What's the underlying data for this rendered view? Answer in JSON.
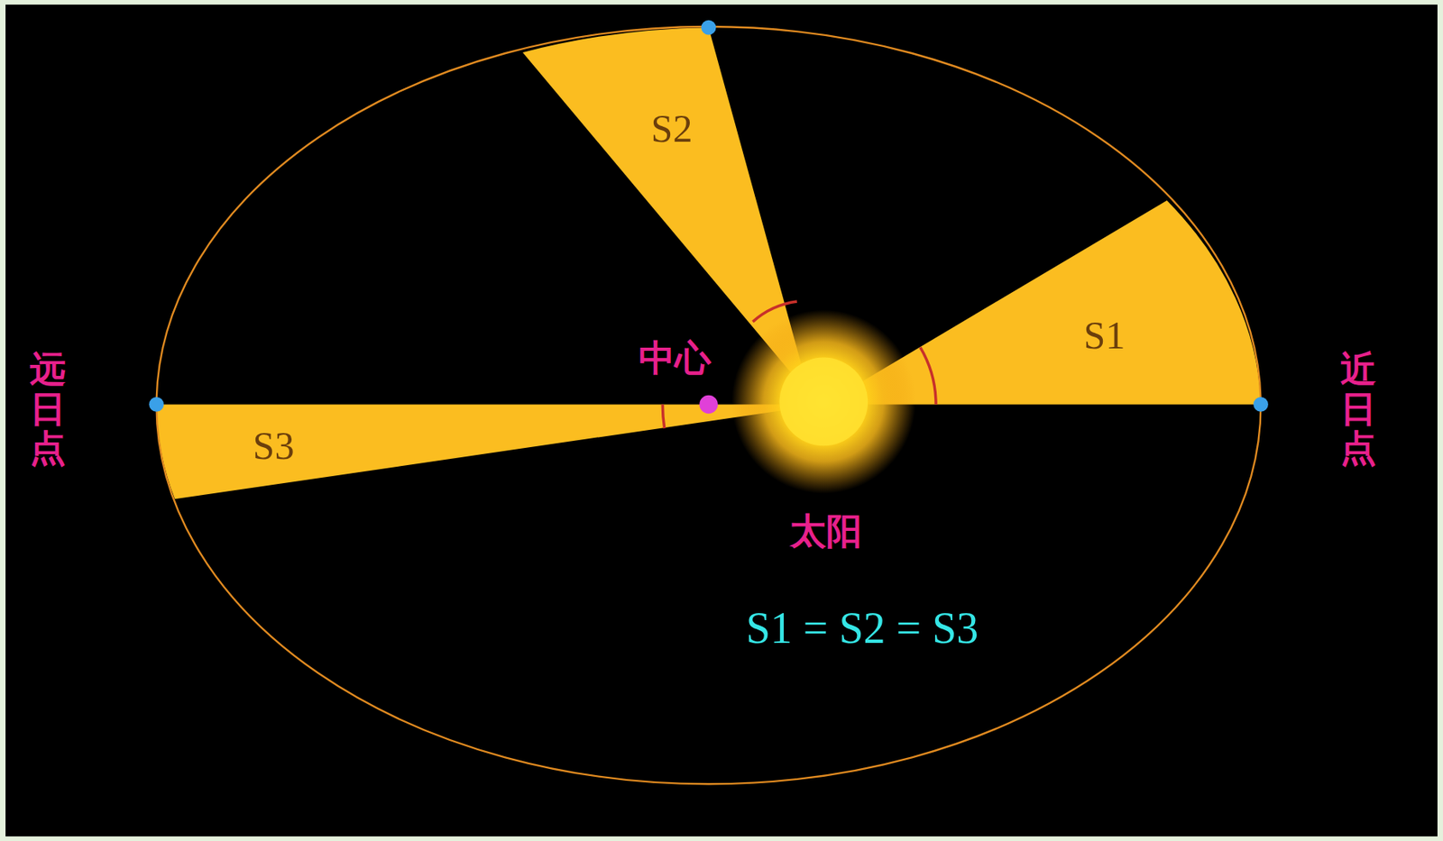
{
  "diagram": {
    "labels": [
      "远日点",
      "近日点",
      "中心",
      "太阳",
      "S2",
      "S1",
      "S3",
      "S1 = S2 = S3"
    ]
  }
}
